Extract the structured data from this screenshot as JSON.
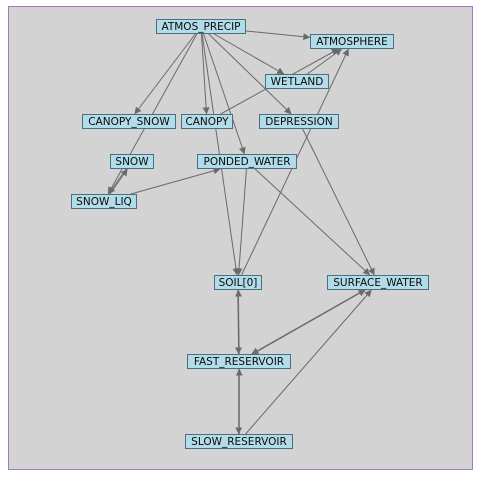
{
  "nodes": {
    "atmos_precip": "ATMOS_PRECIP",
    "atmosphere": "ATMOSPHERE",
    "wetland": "WETLAND",
    "canopy_snow": "CANOPY_SNOW",
    "canopy": "CANOPY",
    "depression": "DEPRESSION",
    "snow": "SNOW",
    "ponded_water": "PONDED_WATER",
    "snow_liq": "SNOW_LIQ",
    "soil": "SOIL[0]",
    "surface_water": "SURFACE_WATER",
    "fast_reservoir": "FAST_RESERVOIR",
    "slow_reservoir": "SLOW_RESERVOIR"
  },
  "edges": [
    {
      "from": "atmos_precip",
      "to": "atmosphere"
    },
    {
      "from": "atmos_precip",
      "to": "wetland"
    },
    {
      "from": "atmos_precip",
      "to": "canopy_snow"
    },
    {
      "from": "atmos_precip",
      "to": "canopy"
    },
    {
      "from": "atmos_precip",
      "to": "depression"
    },
    {
      "from": "atmos_precip",
      "to": "snow_liq"
    },
    {
      "from": "atmos_precip",
      "to": "ponded_water"
    },
    {
      "from": "atmos_precip",
      "to": "soil"
    },
    {
      "from": "canopy",
      "to": "atmosphere"
    },
    {
      "from": "wetland",
      "to": "atmosphere"
    },
    {
      "from": "soil",
      "to": "atmosphere"
    },
    {
      "from": "depression",
      "to": "surface_water"
    },
    {
      "from": "snow",
      "to": "snow_liq"
    },
    {
      "from": "snow_liq",
      "to": "snow"
    },
    {
      "from": "snow_liq",
      "to": "ponded_water"
    },
    {
      "from": "ponded_water",
      "to": "soil"
    },
    {
      "from": "ponded_water",
      "to": "surface_water"
    },
    {
      "from": "fast_reservoir",
      "to": "soil"
    },
    {
      "from": "soil",
      "to": "fast_reservoir"
    },
    {
      "from": "fast_reservoir",
      "to": "surface_water"
    },
    {
      "from": "surface_water",
      "to": "fast_reservoir"
    },
    {
      "from": "fast_reservoir",
      "to": "slow_reservoir"
    },
    {
      "from": "slow_reservoir",
      "to": "fast_reservoir"
    },
    {
      "from": "slow_reservoir",
      "to": "surface_water"
    }
  ]
}
